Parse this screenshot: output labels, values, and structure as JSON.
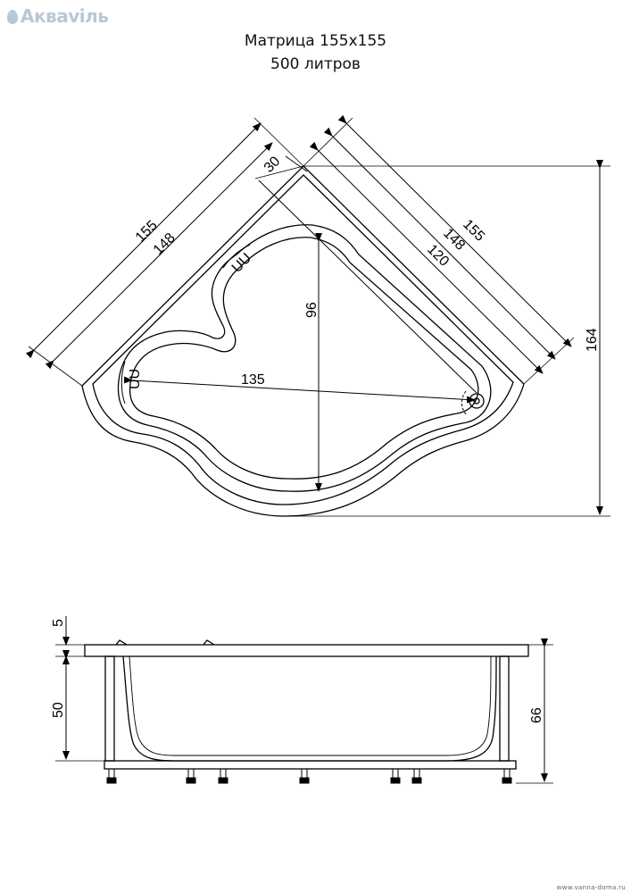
{
  "logo": {
    "text": "Акваviль",
    "brand_color": "#b9c7d8"
  },
  "title": {
    "line1": "Матрица 155х155",
    "line2": "500 литров"
  },
  "top_view": {
    "dims": {
      "left_outer": "155",
      "left_inner": "148",
      "right_outer": "155",
      "right_inner": "148",
      "right_bowl": "120",
      "corner": "30",
      "depth_axis": "96",
      "diagonal": "135",
      "height": "164"
    },
    "headrest_left": "UU",
    "headrest_top": "UU"
  },
  "side_view": {
    "dims": {
      "rim": "5",
      "depth": "50",
      "total": "66"
    }
  },
  "footer": {
    "text": "www.vanna-doma.ru"
  }
}
